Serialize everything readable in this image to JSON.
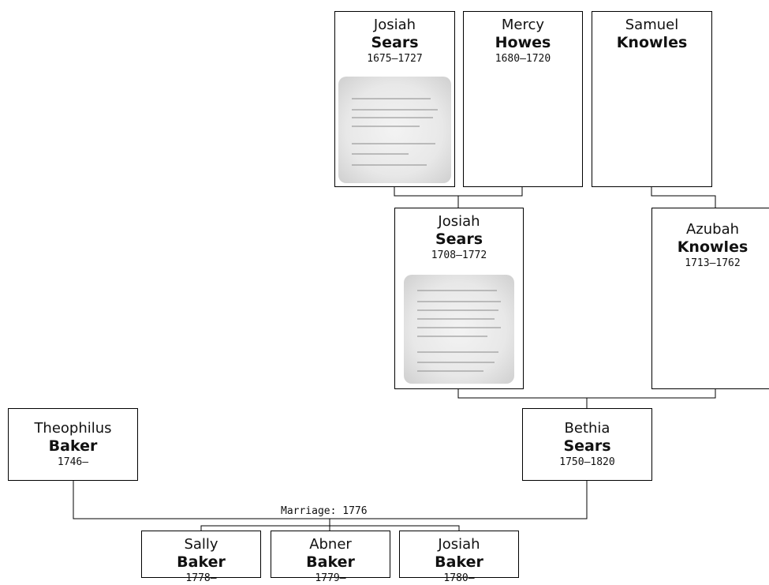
{
  "people": {
    "josiah_1675": {
      "given": "Josiah",
      "surname": "Sears",
      "dates": "1675–1727"
    },
    "mercy": {
      "given": "Mercy",
      "surname": "Howes",
      "dates": "1680–1720"
    },
    "samuel": {
      "given": "Samuel",
      "surname": "Knowles",
      "dates": ""
    },
    "josiah_1708": {
      "given": "Josiah",
      "surname": "Sears",
      "dates": "1708–1772"
    },
    "azubah": {
      "given": "Azubah",
      "surname": "Knowles",
      "dates": "1713–1762"
    },
    "theophilus": {
      "given": "Theophilus",
      "surname": "Baker",
      "dates": "1746–"
    },
    "bethia": {
      "given": "Bethia",
      "surname": "Sears",
      "dates": "1750–1820"
    },
    "sally": {
      "given": "Sally",
      "surname": "Baker",
      "dates": "1778–"
    },
    "abner": {
      "given": "Abner",
      "surname": "Baker",
      "dates": "1779–"
    },
    "josiah_1780": {
      "given": "Josiah",
      "surname": "Baker",
      "dates": "1780–"
    }
  },
  "marriage_label": "Marriage: 1776"
}
